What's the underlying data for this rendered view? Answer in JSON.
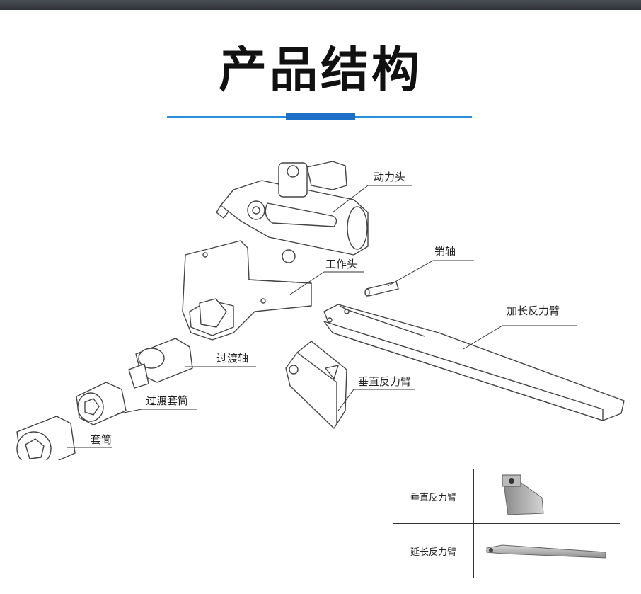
{
  "title": "产品结构",
  "colors": {
    "accent": "#1e6fc8",
    "accent_line": "#2a8fd8",
    "topbar": "#3a3e44"
  },
  "parts": {
    "power_head": "动力头",
    "pin": "销轴",
    "work_head": "工作头",
    "extension_arm": "加长反力臂",
    "adapter_shaft": "过渡轴",
    "vertical_arm": "垂直反力臂",
    "adapter_socket": "过渡套筒",
    "socket": "套筒"
  },
  "legend": {
    "rows": [
      {
        "name": "垂直反力臂",
        "image": "vertical-reaction-arm-photo"
      },
      {
        "name": "延长反力臂",
        "image": "extended-reaction-arm-photo"
      }
    ]
  }
}
